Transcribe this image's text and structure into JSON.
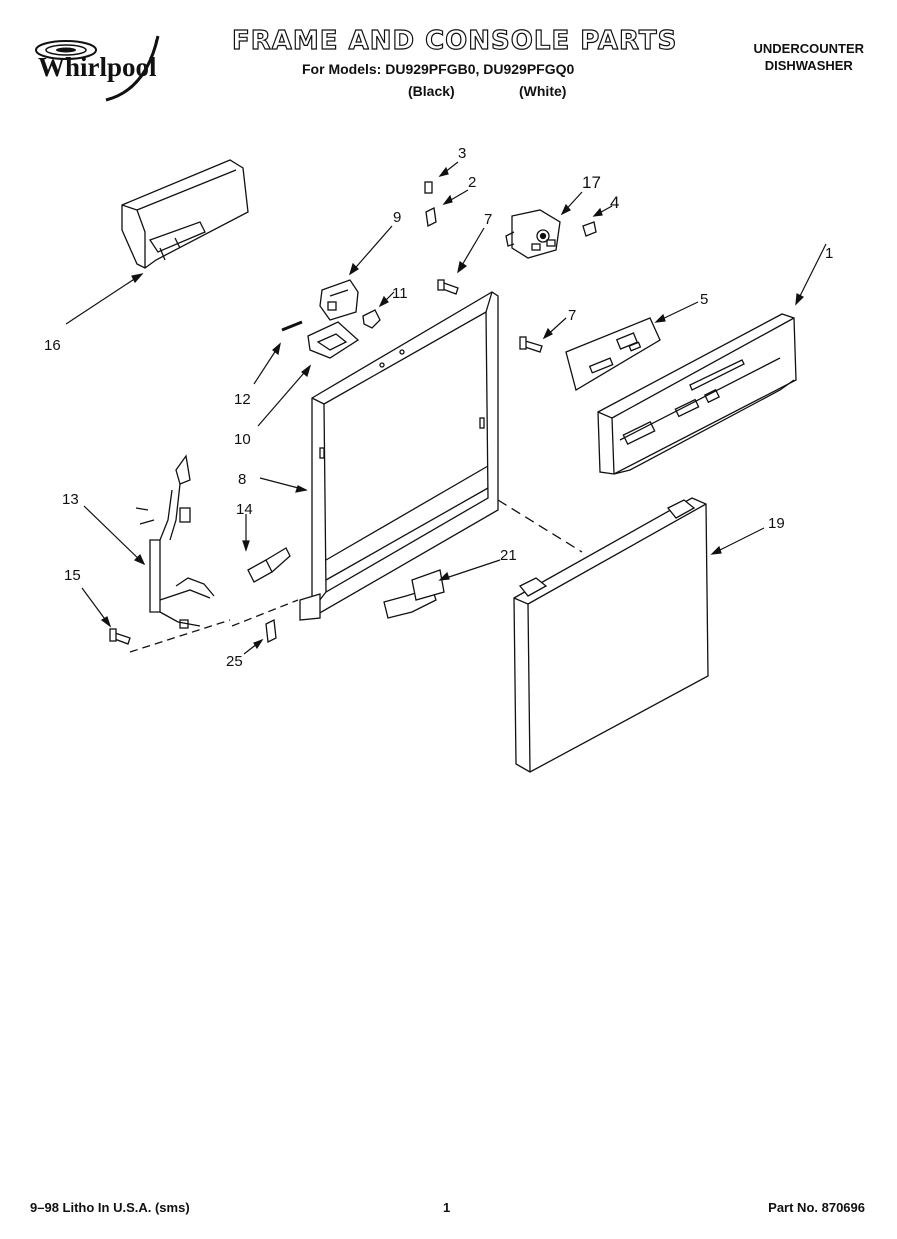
{
  "header": {
    "brand": "Whirlpool",
    "title": "FRAME AND CONSOLE PARTS",
    "models_line": "For Models: DU929PFGB0, DU929PFGQ0",
    "variant_black": "(Black)",
    "variant_white": "(White)",
    "product_line1": "UNDERCOUNTER",
    "product_line2": "DISHWASHER"
  },
  "callouts": [
    "3",
    "2",
    "17",
    "4",
    "9",
    "7",
    "1",
    "11",
    "16",
    "12",
    "7",
    "5",
    "10",
    "8",
    "13",
    "14",
    "21",
    "19",
    "15",
    "25"
  ],
  "footer": {
    "left": "9–98 Litho In U.S.A. (sms)",
    "page": "1",
    "part_no": "Part No. 870696"
  },
  "colors": {
    "ink": "#111111",
    "paper": "#ffffff"
  }
}
